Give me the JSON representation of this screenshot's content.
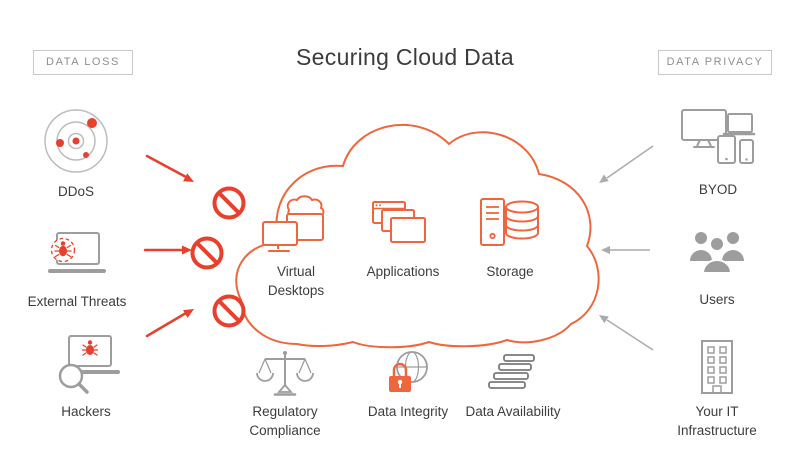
{
  "title": "Securing Cloud Data",
  "colors": {
    "orange": "#F0663C",
    "red": "#E8402C",
    "gray": "#9D9D9D",
    "light_gray": "#BDBDBD",
    "text": "#3D3D3D"
  },
  "left": {
    "label": "DATA LOSS",
    "items": [
      {
        "label": "DDoS",
        "icon": "ddos-radar-icon"
      },
      {
        "label": "External Threats",
        "icon": "laptop-bug-icon"
      },
      {
        "label": "Hackers",
        "icon": "laptop-bug-magnifier-icon"
      }
    ]
  },
  "right": {
    "label": "DATA PRIVACY",
    "items": [
      {
        "label": "BYOD",
        "icon": "devices-icon"
      },
      {
        "label": "Users",
        "icon": "users-icon"
      },
      {
        "label": "Your IT Infrastructure",
        "icon": "building-icon"
      }
    ]
  },
  "cloud": {
    "items": [
      {
        "label": "Virtual Desktops",
        "icon": "virtual-desktops-icon"
      },
      {
        "label": "Applications",
        "icon": "applications-icon"
      },
      {
        "label": "Storage",
        "icon": "storage-icon"
      }
    ]
  },
  "bottom": {
    "items": [
      {
        "label": "Regulatory Compliance",
        "icon": "scales-icon"
      },
      {
        "label": "Data Integrity",
        "icon": "lock-globe-icon"
      },
      {
        "label": "Data Availability",
        "icon": "stack-icon"
      }
    ]
  }
}
